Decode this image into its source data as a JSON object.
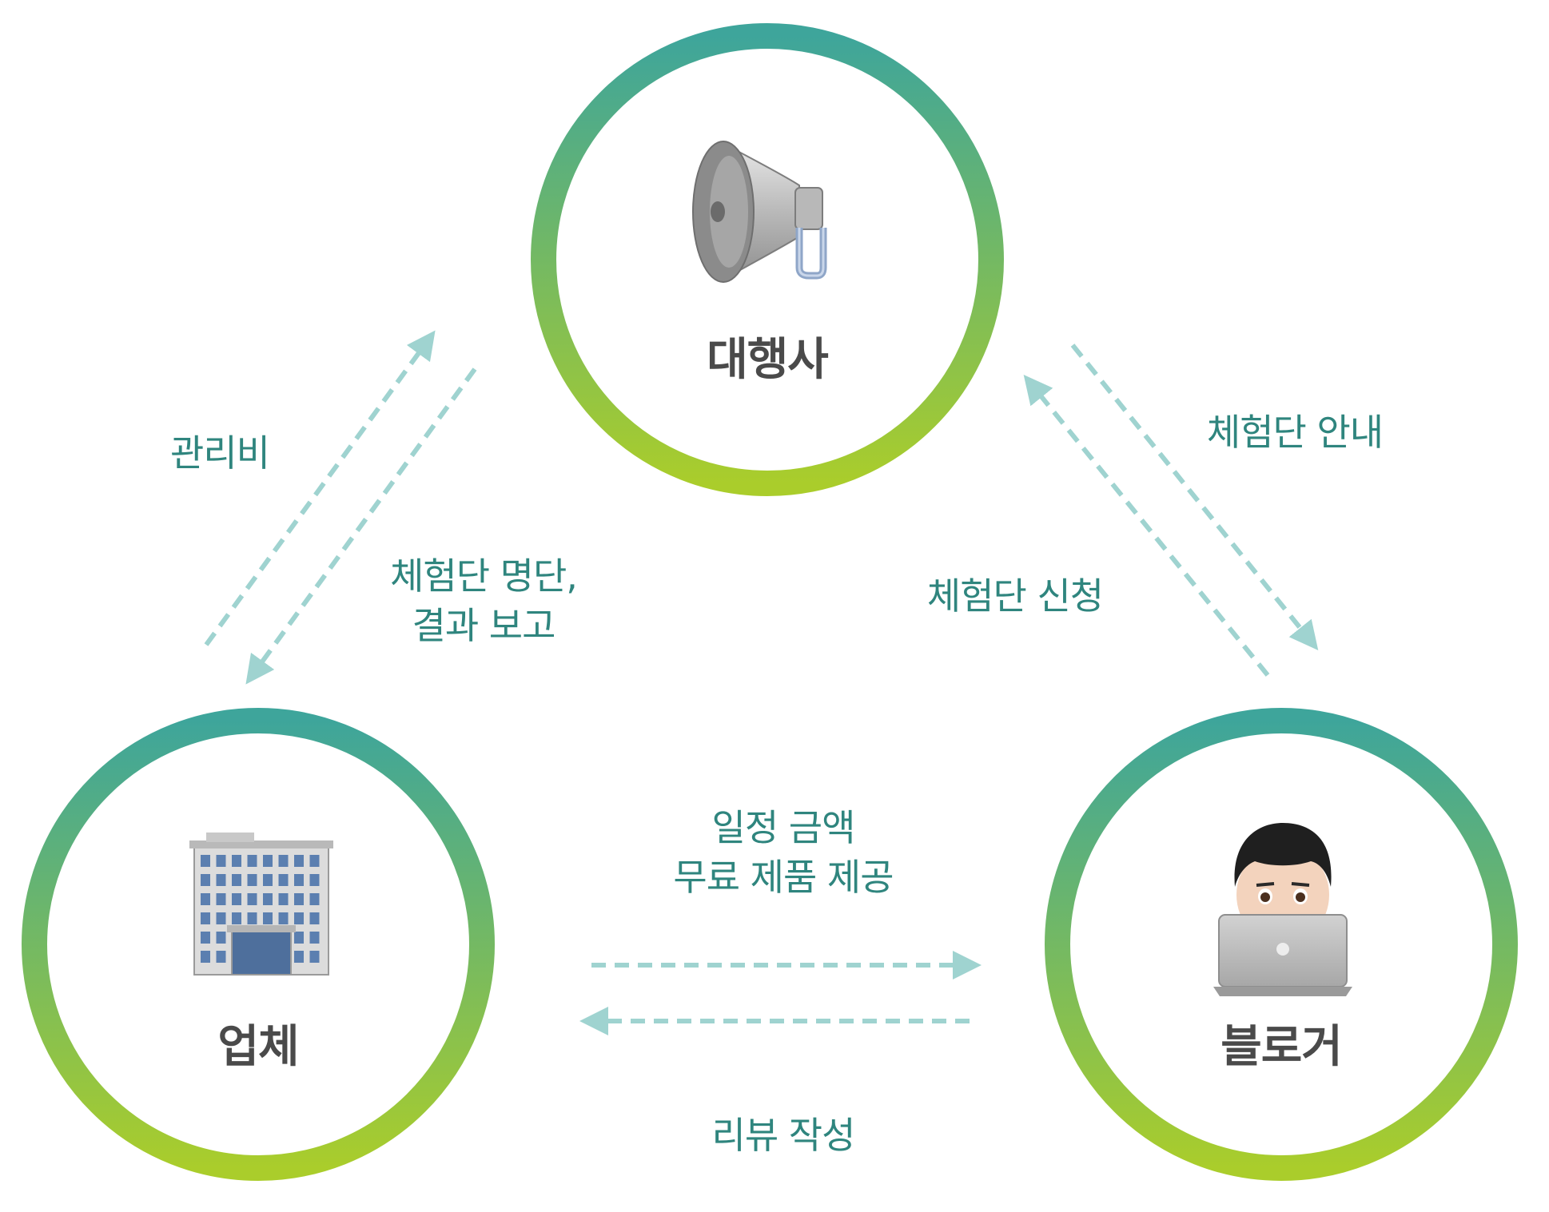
{
  "nodes": {
    "agency": {
      "label": "대행사",
      "icon": "megaphone-icon"
    },
    "company": {
      "label": "업체",
      "icon": "office-building-icon"
    },
    "blogger": {
      "label": "블로거",
      "icon": "person-with-laptop-icon"
    }
  },
  "edges": {
    "management_fee": {
      "label": "관리비"
    },
    "report": {
      "line1": "체험단 명단,",
      "line2": "결과 보고"
    },
    "guide": {
      "label": "체험단 안내"
    },
    "apply": {
      "label": "체험단 신청"
    },
    "provide": {
      "line1": "일정 금액",
      "line2": "무료 제품 제공"
    },
    "review": {
      "label": "리뷰 작성"
    }
  },
  "colors": {
    "ring_top": "#3ea59b",
    "ring_bottom": "#aacd2b",
    "arrow": "#9fd3d0",
    "edge_text": "#2f857e",
    "node_text": "#4a4a4a"
  }
}
